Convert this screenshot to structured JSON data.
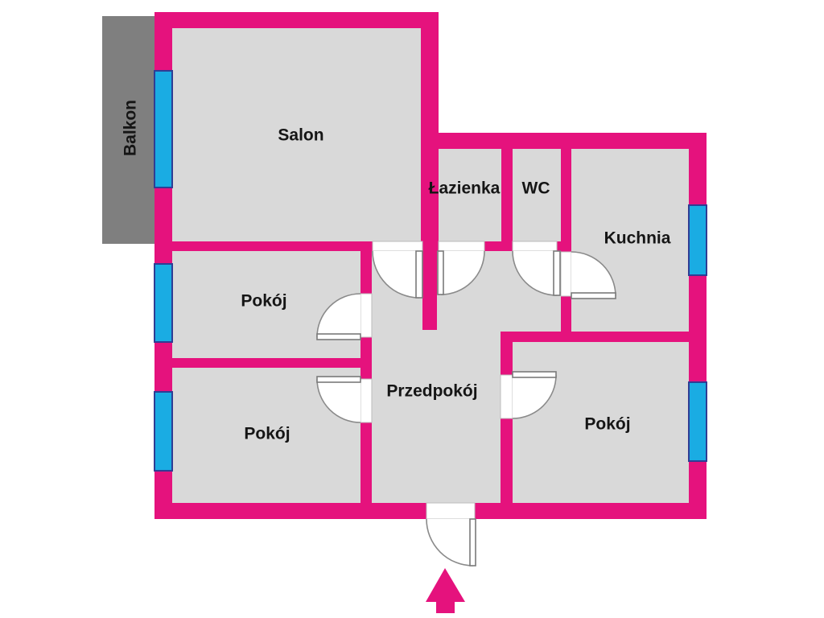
{
  "plan": {
    "type": "apartment-floor-plan",
    "rooms": [
      {
        "id": "salon",
        "label": "Salon"
      },
      {
        "id": "lazienka",
        "label": "Łazienka"
      },
      {
        "id": "wc",
        "label": "WC"
      },
      {
        "id": "kuchnia",
        "label": "Kuchnia"
      },
      {
        "id": "pokoj-1",
        "label": "Pokój"
      },
      {
        "id": "pokoj-2",
        "label": "Pokój"
      },
      {
        "id": "przedpokoj",
        "label": "Przedpokój"
      },
      {
        "id": "pokoj-3",
        "label": "Pokój"
      }
    ],
    "balcony": {
      "label": "Balkon"
    },
    "features": {
      "windows": 5,
      "interior_doors": 7,
      "entrance_doors": 1,
      "entrance_marker": "up-arrow"
    },
    "colors": {
      "wall": "#E5127D",
      "window": "#1AACE3",
      "window_border": "#2F3D94",
      "room_fill": "#D9D9D9",
      "balcony_fill": "#7F7F7F",
      "door_line": "#8A8A8A",
      "background": "#FFFFFF",
      "label_text": "#151515"
    }
  }
}
